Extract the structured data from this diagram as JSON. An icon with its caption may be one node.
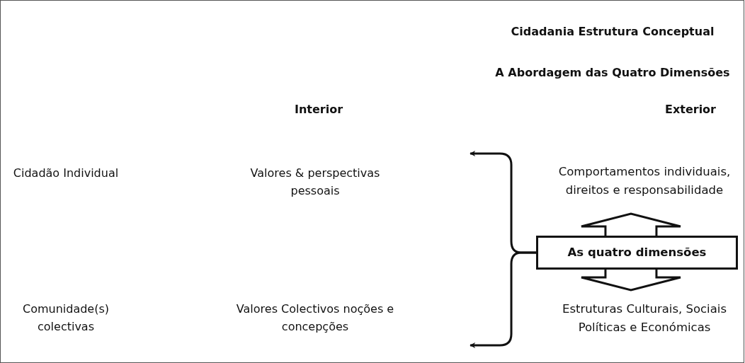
{
  "diagram": {
    "title": "Cidadania Estrutura Conceptual",
    "nodes": [
      {
        "text": [
          "As quatro dimensões"
        ]
      },
      {
        "text": [
          "Comportamentos individuais, direitos e responsabilidade"
        ]
      },
      {
        "text": [
          "Estruturas Culturais, Sociais Políticas e Económicas"
        ]
      }
    ],
    "edges": [
      {
        "from": 0,
        "to": 1,
        "arrow": "to",
        "style": "thick"
      },
      {
        "from": 0,
        "to": 2,
        "arrow": "to",
        "style": "thick"
      },
      {
        "from": 0,
        "to": null,
        "arrow": "to"
      },
      {
        "from": 0,
        "to": null,
        "arrow": "to"
      }
    ],
    "labels": [
      "A Abordagem das Quatro Dimensões",
      "Interior",
      "Exterior",
      "Cidadão Individual",
      "Valores & perspectivas pessoais",
      "Comunidade(s) colectivas",
      "Valores Colectivos noções e concepções"
    ]
  }
}
